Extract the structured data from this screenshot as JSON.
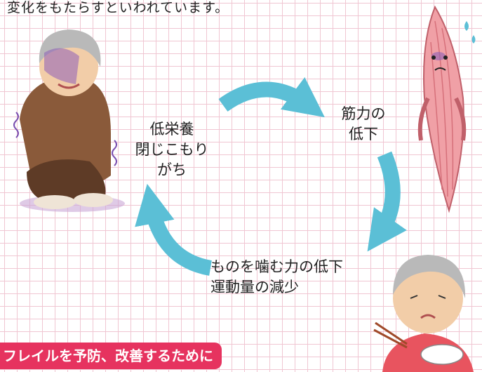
{
  "top_text": "変化をもたらすといわれています。",
  "cycle": {
    "left_label": [
      "低栄養",
      "閉じこもり",
      "がち"
    ],
    "right_label": [
      "筋力の",
      "低下"
    ],
    "bottom_label": [
      "ものを噛む力の低下",
      "運動量の減少"
    ],
    "arrow_color": "#5bbfd6"
  },
  "banner_text": "フレイルを予防、改善するために",
  "icons": [
    "elderly-man-illustration",
    "muscle-character-illustration",
    "elderly-woman-eating-illustration"
  ]
}
